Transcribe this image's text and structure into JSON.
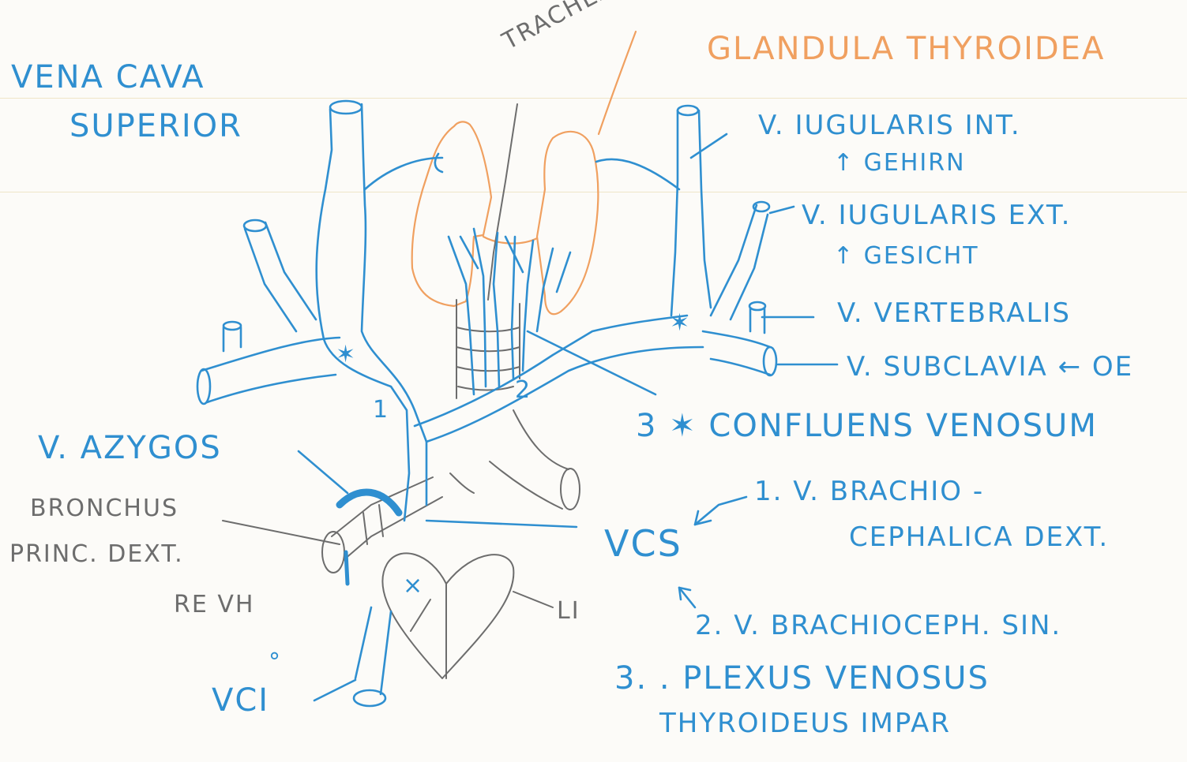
{
  "colors": {
    "vein_blue": "#2f8fd0",
    "thyroid_orange": "#f0a060",
    "pencil_gray": "#6d6d6d",
    "paper": "#fcfbf8"
  },
  "labels": {
    "vena_cava_line1": "VENA CAVA",
    "vena_cava_line2": "SUPERIOR",
    "trachea": "TRACHEA",
    "glandula": "GLANDULA THYROIDEA",
    "jugularis_int": "V. IUGULARIS INT.",
    "jugularis_int_note": "↑ GEHIRN",
    "jugularis_ext": "V. IUGULARIS EXT.",
    "jugularis_ext_note": "↑ GESICHT",
    "vertebralis": "V. VERTEBRALIS",
    "subclavia": "V. SUBCLAVIA ← OE",
    "confluens": "3 ✶ CONFLUENS VENOSUM",
    "azygos": "V. AZYGOS",
    "bronchus_line1": "BRONCHUS",
    "bronchus_line2": "PRINC. DEXT.",
    "re_vh": "RE VH",
    "vcs": "VCS",
    "brachio_dext_line1": "1. V. BRACHIO -",
    "brachio_dext_line2": "CEPHALICA DEXT.",
    "brachio_sin": "2. V. BRACHIOCEPH. SIN.",
    "plexus_line1": "3. . PLEXUS VENOSUS",
    "plexus_line2": "THYROIDEUS IMPAR",
    "li": "LI",
    "vci": "VCI",
    "vci_mark": "°",
    "num_1": "1",
    "num_2": "2",
    "star_left": "✶",
    "star_right": "✶",
    "heart_x": "×"
  }
}
